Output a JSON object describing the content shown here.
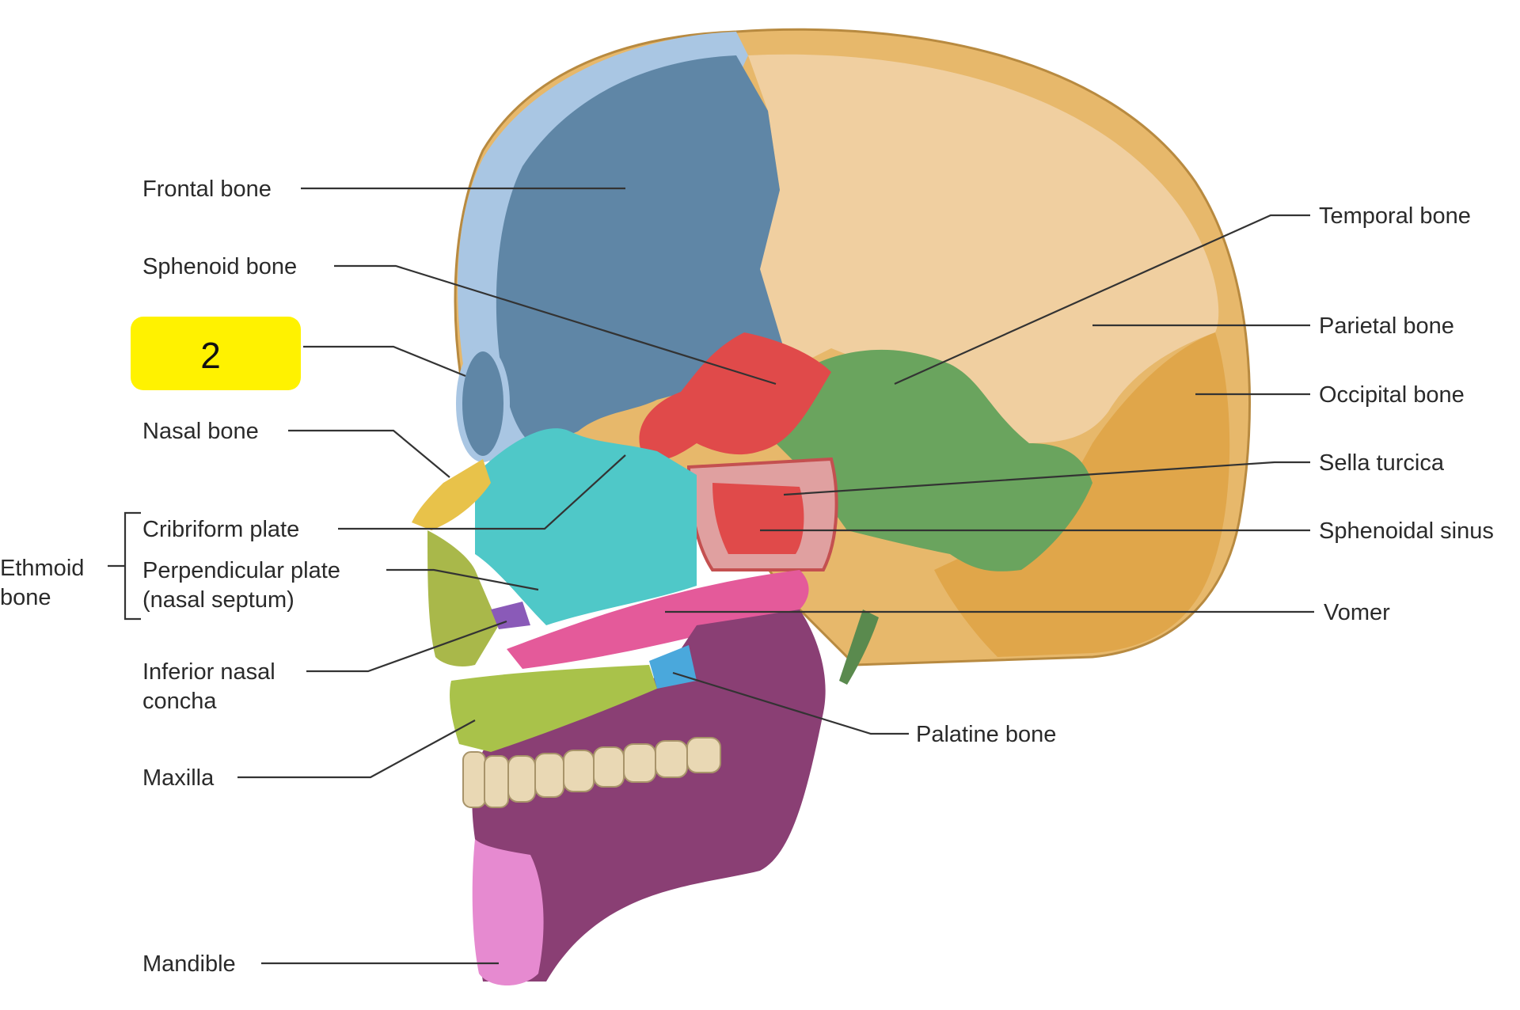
{
  "marker": {
    "text": "2",
    "color": "#fff200"
  },
  "labels": {
    "frontal_bone": "Frontal bone",
    "sphenoid_bone": "Sphenoid bone",
    "nasal_bone": "Nasal bone",
    "cribriform_plate": "Cribriform plate",
    "perpendicular_plate_l1": "Perpendicular plate",
    "perpendicular_plate_l2": "(nasal septum)",
    "ethmoid_bone_l1": "Ethmoid",
    "ethmoid_bone_l2": "bone",
    "inferior_nasal_concha_l1": "Inferior nasal",
    "inferior_nasal_concha_l2": "concha",
    "maxilla": "Maxilla",
    "mandible": "Mandible",
    "temporal_bone": "Temporal bone",
    "parietal_bone": "Parietal bone",
    "occipital_bone": "Occipital bone",
    "sella_turcica": "Sella turcica",
    "sphenoidal_sinus": "Sphenoidal sinus",
    "vomer": "Vomer",
    "palatine_bone": "Palatine bone"
  },
  "colors": {
    "frontal": "#5f86a6",
    "frontal_rim": "#a9c6e3",
    "parietal": "#f0cfa0",
    "occipital": "#e0a64a",
    "temporal": "#6aa45e",
    "sphenoid": "#e04a4a",
    "ethmoid": "#4fc8c8",
    "vomer": "#e45a9a",
    "maxilla": "#a9c24a",
    "mandible": "#8a3f74",
    "mandible_cut": "#e68ad0",
    "palatine": "#4aa8dc",
    "nasal": "#e8c24a",
    "concha": "#8a5ab8",
    "teeth": "#e9d8b4"
  }
}
